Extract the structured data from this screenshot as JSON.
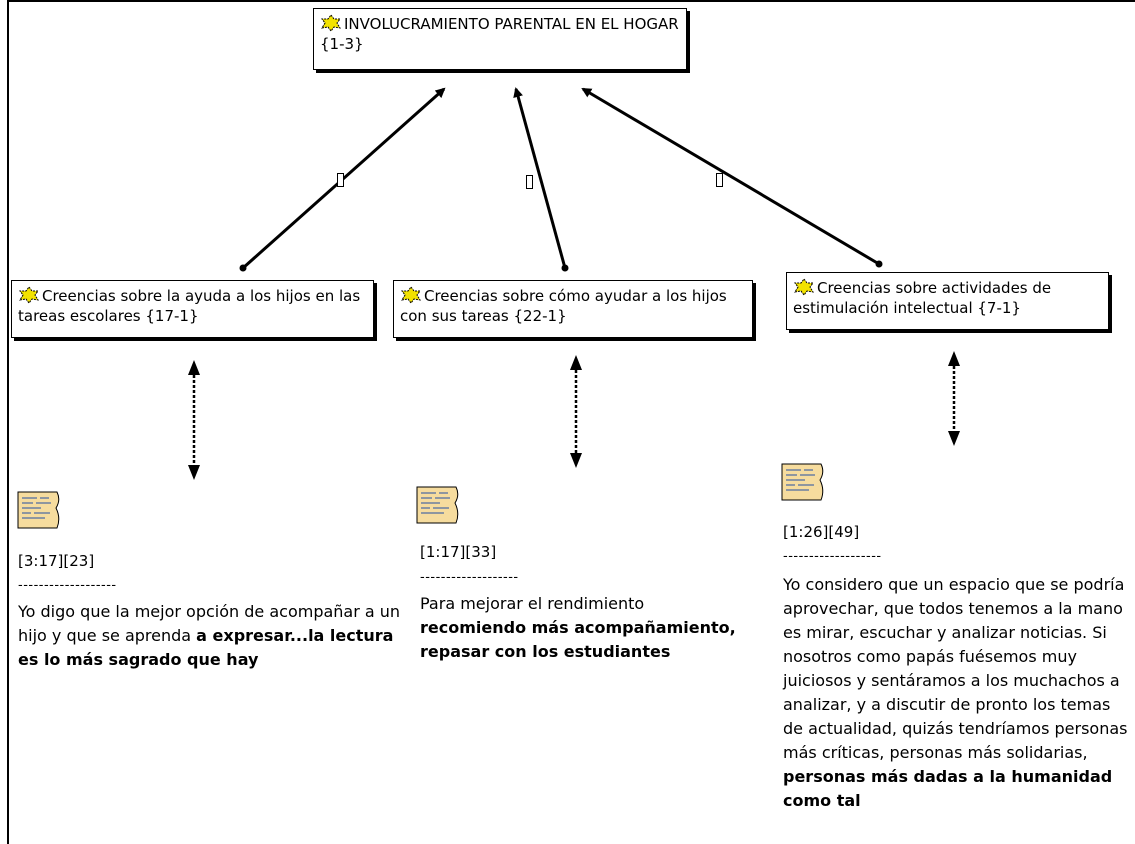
{
  "top_node": {
    "label": "INVOLUCRAMIENTO PARENTAL EN EL HOGAR {1-3}"
  },
  "nodes": [
    {
      "label": "Creencias sobre la ayuda a los hijos en las tareas escolares {17-1}"
    },
    {
      "label": "Creencias sobre cómo ayudar a los hijos con sus tareas {22-1}"
    },
    {
      "label": "Creencias sobre actividades de estimulación intelectual {7-1}"
    }
  ],
  "quotes": [
    {
      "id": "[3:17][23]",
      "separator": "-------------------",
      "text_plain": "Yo digo que la mejor opción de acompañar a un hijo y que se aprenda ",
      "text_bold": "a expresar...la lectura es lo más sagrado que hay"
    },
    {
      "id": "[1:17][33]",
      "separator": "-------------------",
      "text_plain": "Para mejorar el rendimiento ",
      "text_bold": "recomiendo más acompañamiento, repasar con los estudiantes"
    },
    {
      "id": "[1:26][49]",
      "separator": "-------------------",
      "text_plain": "Yo considero que un espacio que se podría aprovechar, que todos tenemos a la mano es mirar, escuchar y analizar noticias. Si nosotros como papás fuésemos muy juiciosos y sentáramos a los muchachos a analizar, y a discutir de pronto los temas de actualidad, quizás tendríamos personas más críticas, personas más solidarias, ",
      "text_bold": "personas más dadas a la humanidad como tal"
    }
  ],
  "relation_label": "▯",
  "colors": {
    "code_icon": "#f2e200",
    "doc_icon": "#f6dc9e",
    "line": "#000000"
  },
  "icons": {
    "code": "code-star-icon",
    "quotation": "quotation-note-icon"
  }
}
